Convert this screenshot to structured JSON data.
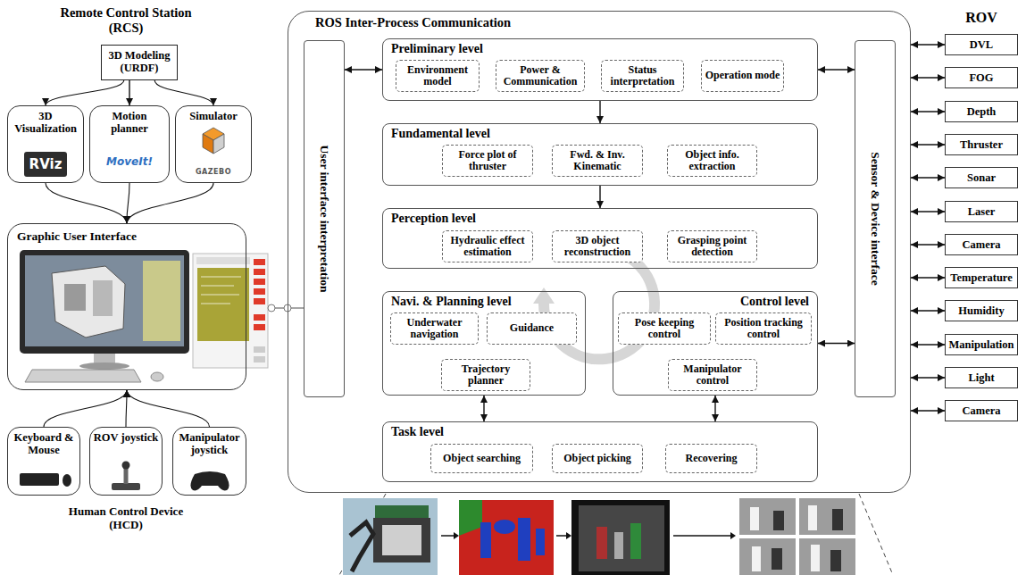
{
  "diagram": {
    "nodes": [
      {
        "text": [
          "3D Modeling (URDF)"
        ]
      },
      {
        "text": [
          "3D Visualization",
          "RViz"
        ]
      },
      {
        "text": [
          "Motion planner",
          "MoveIt!"
        ]
      },
      {
        "text": [
          "Simulator",
          "GAZEBO"
        ]
      },
      {
        "text": [
          "Graphic User Interface"
        ]
      },
      {
        "text": [
          "Keyboard & Mouse"
        ]
      },
      {
        "text": [
          "ROV joystick"
        ]
      },
      {
        "text": [
          "Manipulator joystick"
        ]
      },
      {
        "text": [
          "ROS Inter-Process Communication"
        ]
      },
      {
        "text": [
          "User interface interpretation"
        ],
        "in": 8
      },
      {
        "text": [
          "Preliminary level"
        ],
        "in": 8
      },
      {
        "text": [
          "Environment model"
        ],
        "in": 10
      },
      {
        "text": [
          "Power & Communication"
        ],
        "in": 10
      },
      {
        "text": [
          "Status interpretation"
        ],
        "in": 10
      },
      {
        "text": [
          "Operation mode"
        ],
        "in": 10
      },
      {
        "text": [
          "Fundamental level"
        ],
        "in": 8
      },
      {
        "text": [
          "Force plot of thruster"
        ],
        "in": 15
      },
      {
        "text": [
          "Fwd. & Inv. Kinematic"
        ],
        "in": 15
      },
      {
        "text": [
          "Object info. extraction"
        ],
        "in": 15
      },
      {
        "text": [
          "Perception level"
        ],
        "in": 8
      },
      {
        "text": [
          "Hydraulic effect estimation"
        ],
        "in": 19
      },
      {
        "text": [
          "3D object reconstruction"
        ],
        "in": 19
      },
      {
        "text": [
          "Grasping point detection"
        ],
        "in": 19
      },
      {
        "text": [
          "Navi. & Planning level"
        ],
        "in": 8
      },
      {
        "text": [
          "Underwater navigation"
        ],
        "in": 23
      },
      {
        "text": [
          "Guidance"
        ],
        "in": 23
      },
      {
        "text": [
          "Trajectory planner"
        ],
        "in": 23
      },
      {
        "text": [
          "Control level"
        ],
        "in": 8
      },
      {
        "text": [
          "Pose keeping control"
        ],
        "in": 27
      },
      {
        "text": [
          "Position tracking control"
        ],
        "in": 27
      },
      {
        "text": [
          "Manipulator control"
        ],
        "in": 27
      },
      {
        "text": [
          "Task level"
        ],
        "in": 8
      },
      {
        "text": [
          "Object searching"
        ],
        "in": 31
      },
      {
        "text": [
          "Object picking"
        ],
        "in": 31
      },
      {
        "text": [
          "Recovering"
        ],
        "in": 31
      },
      {
        "text": [
          "Sensor & Device interface"
        ],
        "in": 8
      },
      {
        "text": [
          "DVL"
        ]
      },
      {
        "text": [
          "FOG"
        ]
      },
      {
        "text": [
          "Depth"
        ]
      },
      {
        "text": [
          "Thruster"
        ]
      },
      {
        "text": [
          "Sonar"
        ]
      },
      {
        "text": [
          "Laser"
        ]
      },
      {
        "text": [
          "Camera"
        ]
      },
      {
        "text": [
          "Temperature"
        ]
      },
      {
        "text": [
          "Humidity"
        ]
      },
      {
        "text": [
          "Manipulation"
        ]
      },
      {
        "text": [
          "Light"
        ]
      },
      {
        "text": [
          "Camera"
        ]
      }
    ],
    "edges": [
      {
        "from": 0,
        "to": 1,
        "arrow": "to"
      },
      {
        "from": 0,
        "to": 2,
        "arrow": "to"
      },
      {
        "from": 0,
        "to": 3,
        "arrow": "to"
      },
      {
        "from": 1,
        "to": 4,
        "arrow": "to"
      },
      {
        "from": 2,
        "to": 4,
        "arrow": "to"
      },
      {
        "from": 3,
        "to": 4,
        "arrow": "to"
      },
      {
        "from": 5,
        "to": 4,
        "arrow": "to"
      },
      {
        "from": 6,
        "to": 4,
        "arrow": "to"
      },
      {
        "from": 7,
        "to": 4,
        "arrow": "to"
      },
      {
        "from": 4,
        "to": 9,
        "arrow": "none"
      },
      {
        "from": 9,
        "to": 10,
        "arrow": "both"
      },
      {
        "from": 10,
        "to": 35,
        "arrow": "both"
      },
      {
        "from": 10,
        "to": 15,
        "arrow": "to"
      },
      {
        "from": 15,
        "to": 19,
        "arrow": "to"
      },
      {
        "from": 27,
        "to": 35,
        "arrow": "both"
      },
      {
        "from": 23,
        "to": 31,
        "arrow": "both"
      },
      {
        "from": 27,
        "to": 31,
        "arrow": "both"
      },
      {
        "from": 8,
        "to": 36,
        "arrow": "both"
      },
      {
        "from": 8,
        "to": 37,
        "arrow": "both"
      },
      {
        "from": 8,
        "to": 38,
        "arrow": "both"
      },
      {
        "from": 8,
        "to": 39,
        "arrow": "both"
      },
      {
        "from": 8,
        "to": 40,
        "arrow": "both"
      },
      {
        "from": 8,
        "to": 41,
        "arrow": "both"
      },
      {
        "from": 8,
        "to": 42,
        "arrow": "both"
      },
      {
        "from": 8,
        "to": 43,
        "arrow": "both"
      },
      {
        "from": 8,
        "to": 44,
        "arrow": "both"
      },
      {
        "from": 8,
        "to": 45,
        "arrow": "both"
      },
      {
        "from": 8,
        "to": 46,
        "arrow": "both"
      },
      {
        "from": 8,
        "to": 47,
        "arrow": "both"
      }
    ],
    "labels": [
      "Remote Control Station (RCS)",
      "ROV",
      "Human Control Device (HCD)"
    ]
  }
}
